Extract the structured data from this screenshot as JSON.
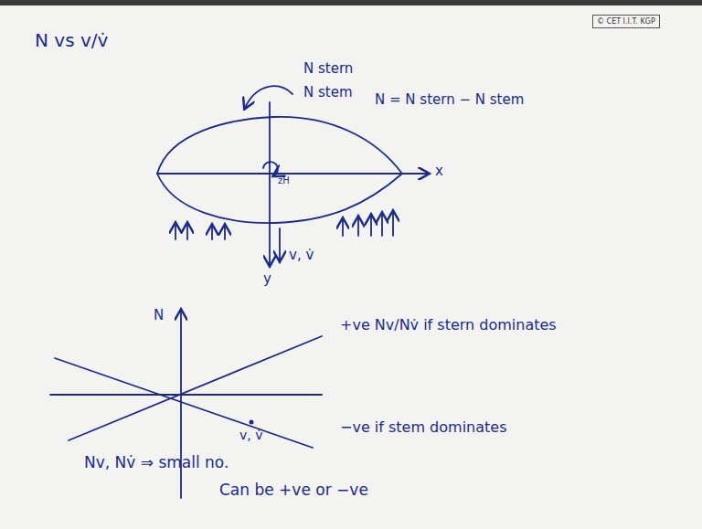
{
  "diagram": {
    "nodes": [
      {
        "text": [
          "© CET I.I.T. KGP"
        ]
      }
    ],
    "labels": [
      "N vs v/v̇",
      "N stern",
      "N stem",
      "N = N stern − N stem",
      "x",
      "zH",
      "y",
      "v, v̇",
      "N",
      "+ve Nv/Nv̇ if stern dominates",
      "v, v̇",
      "−ve if stem dominates",
      "Nv, Nv̇ ⇒ small no.",
      "Can be +ve or −ve"
    ]
  }
}
